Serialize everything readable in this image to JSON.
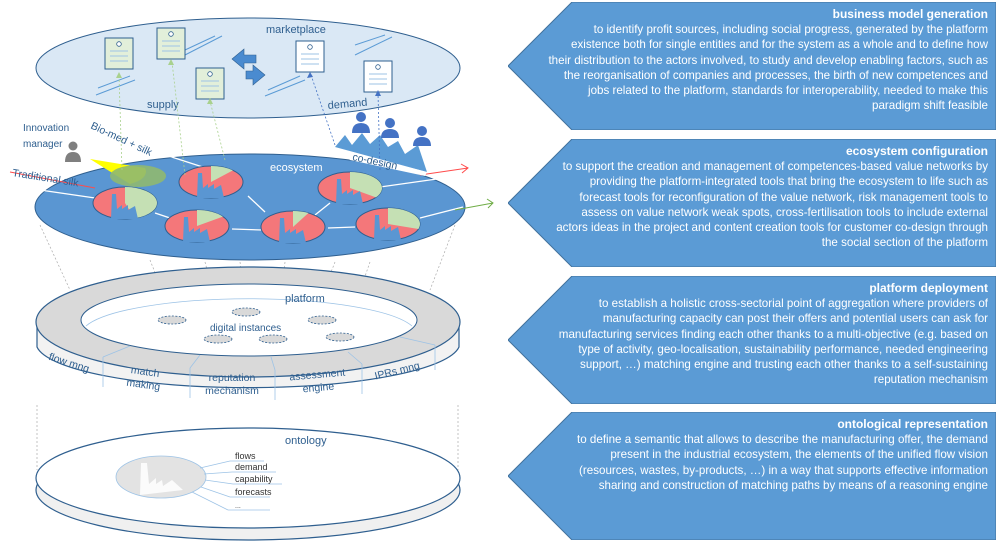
{
  "diagram": {
    "layers": {
      "marketplace": {
        "label": "marketplace",
        "supply_label": "supply",
        "demand_label": "demand"
      },
      "ecosystem": {
        "label": "ecosystem",
        "innovation_manager_line1": "Innovation",
        "innovation_manager_line2": "manager",
        "bio_med_label": "Bio-med + silk",
        "traditional_label": "Traditional silk",
        "codesign_label": "co-design"
      },
      "platform": {
        "label": "platform",
        "digital_instances_label": "digital instances",
        "modules": [
          "flow mng",
          "match\nmaking",
          "reputation\nmechanism",
          "assessment\nengine",
          "IPRs mng"
        ]
      },
      "ontology": {
        "label": "ontology",
        "items": [
          "flows",
          "demand",
          "capability",
          "forecasts",
          "..."
        ]
      }
    },
    "colors": {
      "panel_blue": "#5b9bd5",
      "ecosystem_blue": "#5a96d2",
      "marketplace_fill": "#dae8f5",
      "factory_red": "#f4777a",
      "factory_green": "#c5e0b4",
      "dark_outline": "#2f5f8f"
    }
  },
  "panels": [
    {
      "title": "business model generation",
      "body": "to identify profit sources, including social progress, generated by the platform existence both for single entities and for the system as a whole and to define how their distribution to the actors involved, to study and develop enabling factors, such as the reorganisation of companies and processes, the birth of new competences and jobs related to the platform, standards for interoperability, needed to make this paradigm shift feasible"
    },
    {
      "title": "ecosystem configuration",
      "body": "to support the creation and management of competences-based value networks by providing the platform-integrated tools that bring the ecosystem to life such as forecast tools for reconfiguration of the value network, risk management tools to assess on value network weak spots, cross-fertilisation tools to include external actors ideas in the project and content creation tools for customer co-design through the social section of the platform"
    },
    {
      "title": "platform deployment",
      "body": "to establish a holistic cross-sectorial point of aggregation where providers of manufacturing capacity can post their offers and potential users can ask for manufacturing services finding each other thanks to a multi-objective (e.g. based on type of activity, geo-localisation, sustainability performance, needed engineering support, …) matching engine and trusting each other thanks to a self-sustaining reputation mechanism"
    },
    {
      "title": "ontological representation",
      "body": "to define a semantic that allows to describe the manufacturing offer, the demand present in the industrial ecosystem, the elements of the unified flow vision (resources, wastes, by-products, …) in a way that supports effective information sharing and construction of matching paths by means of a reasoning engine"
    }
  ]
}
